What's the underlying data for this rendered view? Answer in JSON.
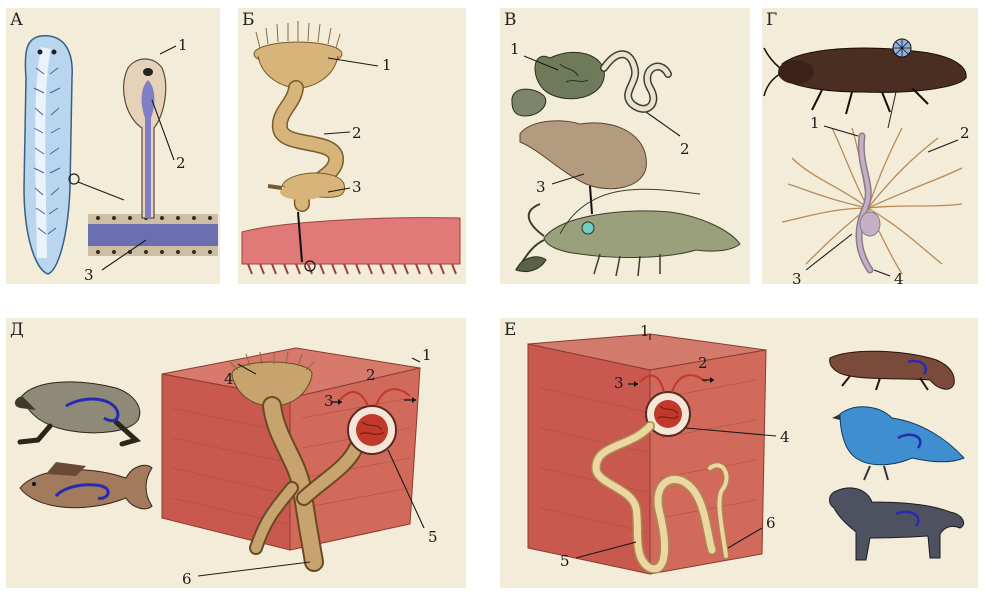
{
  "panels": [
    {
      "letter": "А",
      "labels": [
        "1",
        "2",
        "3"
      ]
    },
    {
      "letter": "Б",
      "labels": [
        "1",
        "2",
        "3"
      ]
    },
    {
      "letter": "В",
      "labels": [
        "1",
        "2",
        "3"
      ]
    },
    {
      "letter": "Г",
      "labels": [
        "1",
        "2",
        "3",
        "4"
      ]
    },
    {
      "letter": "Д",
      "labels": [
        "1",
        "2",
        "3",
        "4",
        "5",
        "6"
      ]
    },
    {
      "letter": "Е",
      "labels": [
        "1",
        "2",
        "3",
        "4",
        "5",
        "6"
      ]
    }
  ],
  "colors": {
    "panel_bg": "#f3ecd8",
    "tissue": "#c9584f",
    "tube": "#d6b47a",
    "protonephridium": "#7f7fc6",
    "vessel": "#c0392b"
  }
}
